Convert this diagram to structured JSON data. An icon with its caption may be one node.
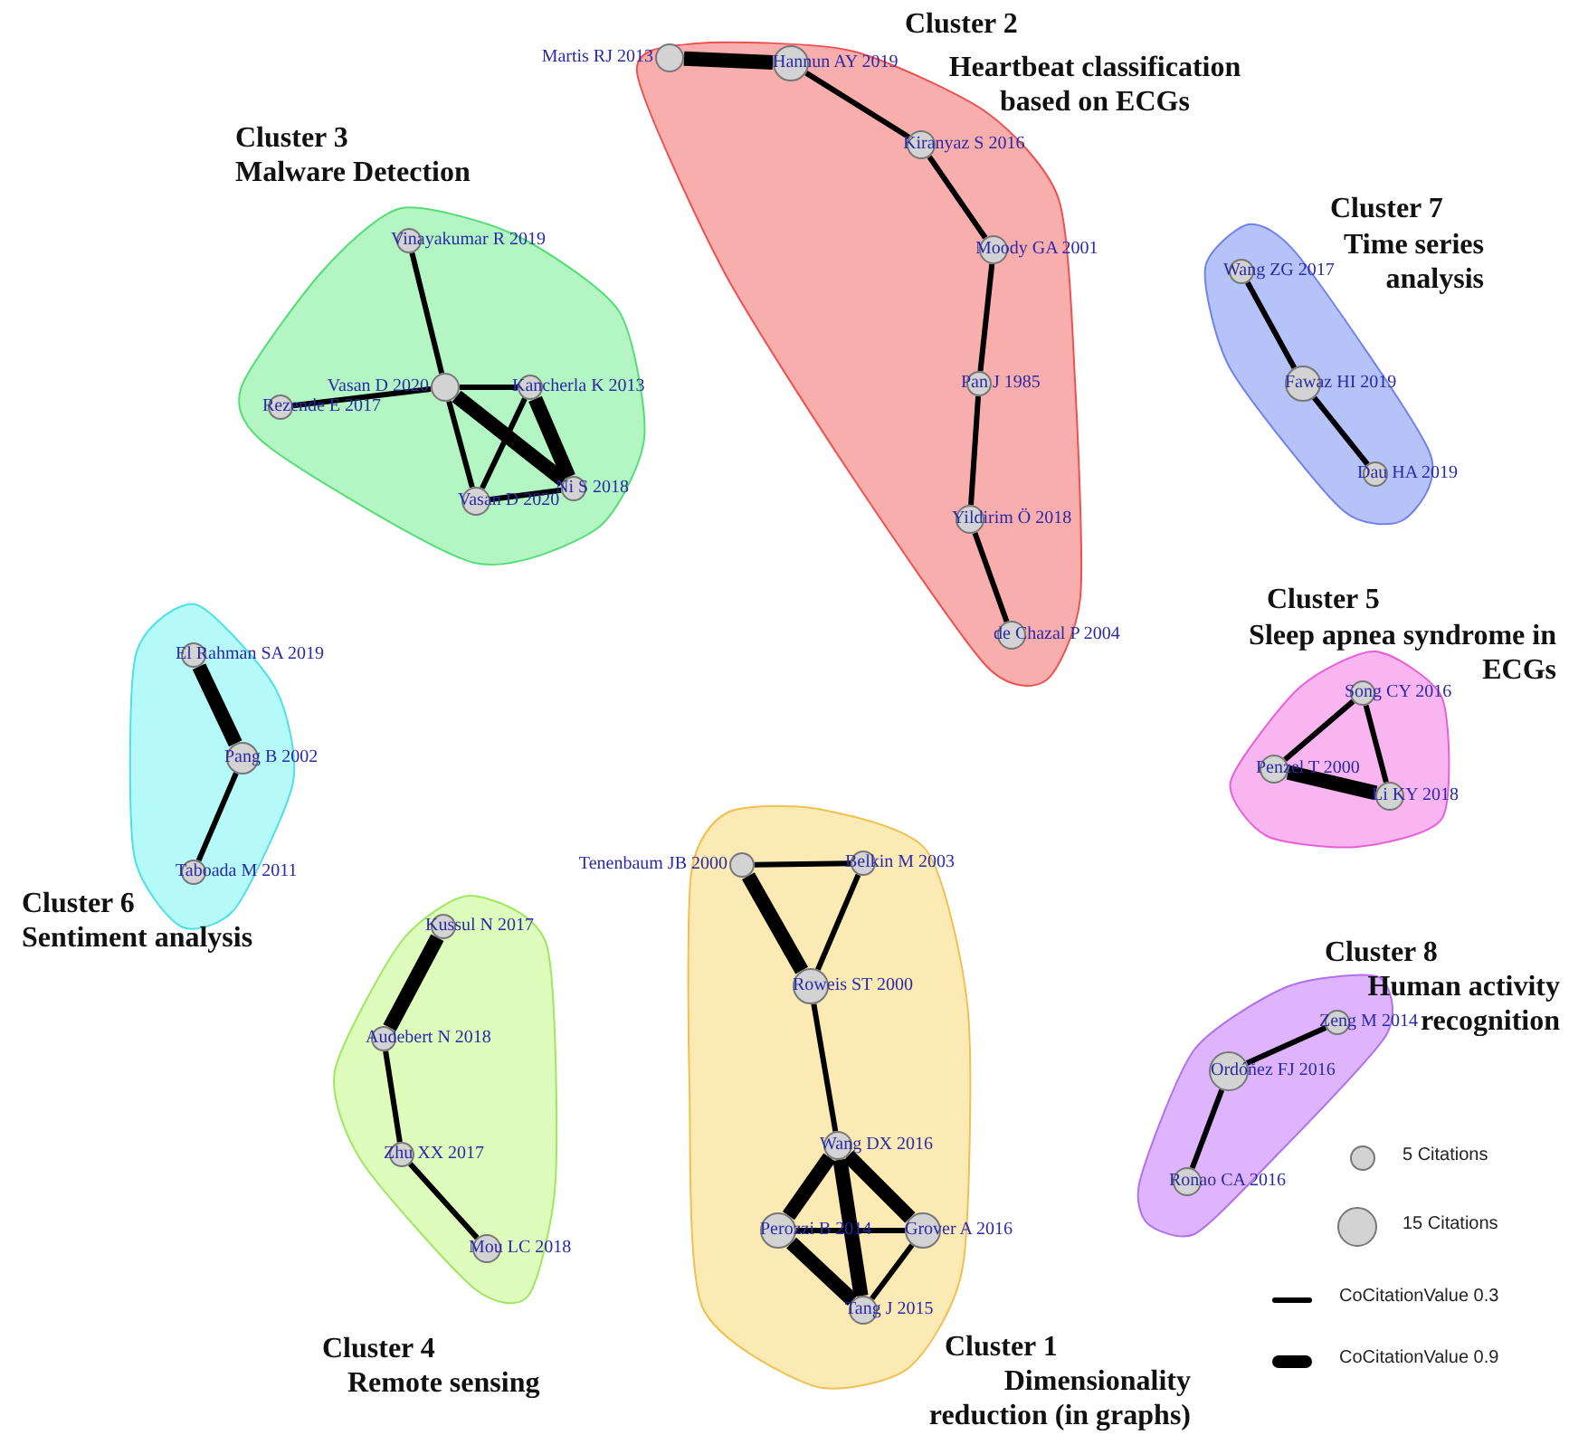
{
  "diagram": {
    "nodes": [
      {
        "text": [
          "Cluster 2",
          "Heartbeat classification based on ECGs"
        ]
      },
      {
        "text": [
          "Martis RJ 2013"
        ],
        "in": 0
      },
      {
        "text": [
          "Hannun AY 2019"
        ],
        "in": 0
      },
      {
        "text": [
          "Kiranyaz S 2016"
        ],
        "in": 0
      },
      {
        "text": [
          "Moody GA 2001"
        ],
        "in": 0
      },
      {
        "text": [
          "Pan J 1985"
        ],
        "in": 0
      },
      {
        "text": [
          "Yildirim Ö 2018"
        ],
        "in": 0
      },
      {
        "text": [
          "de Chazal P 2004"
        ],
        "in": 0
      },
      {
        "text": [
          "Cluster 3",
          "Malware Detection"
        ]
      },
      {
        "text": [
          "Vinayakumar R 2019"
        ],
        "in": 8
      },
      {
        "text": [
          "Rezende E 2017"
        ],
        "in": 8
      },
      {
        "text": [
          "Vasan D 2020"
        ],
        "in": 8
      },
      {
        "text": [
          "Kancherla K 2013"
        ],
        "in": 8
      },
      {
        "text": [
          "Vasan D 2020"
        ],
        "in": 8
      },
      {
        "text": [
          "Ni S 2018"
        ],
        "in": 8
      },
      {
        "text": [
          "Cluster 7",
          "Time series analysis"
        ]
      },
      {
        "text": [
          "Wang ZG 2017"
        ],
        "in": 15
      },
      {
        "text": [
          "Fawaz HI 2019"
        ],
        "in": 15
      },
      {
        "text": [
          "Dau HA 2019"
        ],
        "in": 15
      },
      {
        "text": [
          "Cluster 5",
          "Sleep apnea syndrome in ECGs"
        ]
      },
      {
        "text": [
          "Song CY 2016"
        ],
        "in": 19
      },
      {
        "text": [
          "Penzel T 2000"
        ],
        "in": 19
      },
      {
        "text": [
          "Li KY 2018"
        ],
        "in": 19
      },
      {
        "text": [
          "Cluster 6",
          "Sentiment analysis"
        ]
      },
      {
        "text": [
          "El Rahman SA 2019"
        ],
        "in": 23
      },
      {
        "text": [
          "Pang B 2002"
        ],
        "in": 23
      },
      {
        "text": [
          "Taboada M 2011"
        ],
        "in": 23
      },
      {
        "text": [
          "Cluster 4",
          "Remote sensing"
        ]
      },
      {
        "text": [
          "Kussul N 2017"
        ],
        "in": 27
      },
      {
        "text": [
          "Audebert N 2018"
        ],
        "in": 27
      },
      {
        "text": [
          "Zhu XX 2017"
        ],
        "in": 27
      },
      {
        "text": [
          "Mou LC 2018"
        ],
        "in": 27
      },
      {
        "text": [
          "Cluster 1",
          "Dimensionality reduction (in graphs)"
        ]
      },
      {
        "text": [
          "Tenenbaum JB 2000"
        ],
        "in": 32
      },
      {
        "text": [
          "Belkin M 2003"
        ],
        "in": 32
      },
      {
        "text": [
          "Roweis ST 2000"
        ],
        "in": 32
      },
      {
        "text": [
          "Wang DX 2016"
        ],
        "in": 32
      },
      {
        "text": [
          "Perozzi B 2014"
        ],
        "in": 32
      },
      {
        "text": [
          "Grover A 2016"
        ],
        "in": 32
      },
      {
        "text": [
          "Tang J 2015"
        ],
        "in": 32
      },
      {
        "text": [
          "Cluster 8",
          "Human activity recognition"
        ]
      },
      {
        "text": [
          "Zeng M 2014"
        ],
        "in": 40
      },
      {
        "text": [
          "Ordóñez FJ 2016"
        ],
        "in": 40
      },
      {
        "text": [
          "Ronao CA 2016"
        ],
        "in": 40
      }
    ],
    "edges": [
      {
        "from": 1,
        "to": 2,
        "arrow": "none",
        "style": "thick"
      },
      {
        "from": 2,
        "to": 3,
        "arrow": "none"
      },
      {
        "from": 3,
        "to": 4,
        "arrow": "none"
      },
      {
        "from": 4,
        "to": 5,
        "arrow": "none"
      },
      {
        "from": 5,
        "to": 6,
        "arrow": "none"
      },
      {
        "from": 6,
        "to": 7,
        "arrow": "none"
      },
      {
        "from": 9,
        "to": 11,
        "arrow": "none"
      },
      {
        "from": 10,
        "to": 11,
        "arrow": "none"
      },
      {
        "from": 11,
        "to": 12,
        "arrow": "none"
      },
      {
        "from": 11,
        "to": 13,
        "arrow": "none"
      },
      {
        "from": 11,
        "to": 14,
        "arrow": "none",
        "style": "thick"
      },
      {
        "from": 12,
        "to": 13,
        "arrow": "none"
      },
      {
        "from": 12,
        "to": 14,
        "arrow": "none",
        "style": "thick"
      },
      {
        "from": 13,
        "to": 14,
        "arrow": "none"
      },
      {
        "from": 16,
        "to": 17,
        "arrow": "none"
      },
      {
        "from": 17,
        "to": 18,
        "arrow": "none"
      },
      {
        "from": 20,
        "to": 21,
        "arrow": "none"
      },
      {
        "from": 20,
        "to": 22,
        "arrow": "none"
      },
      {
        "from": 21,
        "to": 22,
        "arrow": "none",
        "style": "thick"
      },
      {
        "from": 24,
        "to": 25,
        "arrow": "none",
        "style": "thick"
      },
      {
        "from": 25,
        "to": 26,
        "arrow": "none"
      },
      {
        "from": 28,
        "to": 29,
        "arrow": "none",
        "style": "thick"
      },
      {
        "from": 29,
        "to": 30,
        "arrow": "none"
      },
      {
        "from": 30,
        "to": 31,
        "arrow": "none"
      },
      {
        "from": 33,
        "to": 34,
        "arrow": "none"
      },
      {
        "from": 33,
        "to": 35,
        "arrow": "none",
        "style": "thick"
      },
      {
        "from": 34,
        "to": 35,
        "arrow": "none"
      },
      {
        "from": 35,
        "to": 36,
        "arrow": "none"
      },
      {
        "from": 36,
        "to": 37,
        "arrow": "none",
        "style": "thick"
      },
      {
        "from": 36,
        "to": 39,
        "arrow": "none",
        "style": "thick"
      },
      {
        "from": 36,
        "to": 38,
        "arrow": "none",
        "style": "thick"
      },
      {
        "from": 37,
        "to": 38,
        "arrow": "none"
      },
      {
        "from": 37,
        "to": 39,
        "arrow": "none",
        "style": "thick"
      },
      {
        "from": 38,
        "to": 39,
        "arrow": "none"
      },
      {
        "from": 41,
        "to": 42,
        "arrow": "none"
      },
      {
        "from": 42,
        "to": 43,
        "arrow": "none"
      }
    ],
    "legend": [
      {
        "text": "5 Citations"
      },
      {
        "text": "15 Citations"
      },
      {
        "text": "CoCitationValue 0.3"
      },
      {
        "text": "CoCitationValue 0.9"
      }
    ]
  }
}
